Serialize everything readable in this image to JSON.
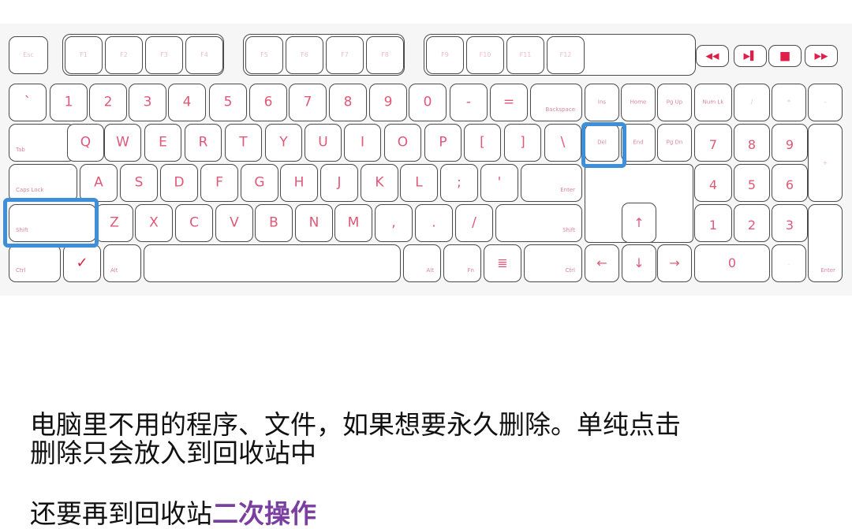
{
  "keyboard": {
    "esc": "Esc",
    "f_keys": [
      "F1",
      "F2",
      "F3",
      "F4",
      "F5",
      "F6",
      "F7",
      "F8",
      "F9",
      "F10",
      "F11",
      "F12"
    ],
    "media_keys": [
      "◀◀",
      "▶▌",
      "■",
      "▶▶"
    ],
    "number_row": [
      "`",
      "1",
      "2",
      "3",
      "4",
      "5",
      "6",
      "7",
      "8",
      "9",
      "0",
      "-",
      "="
    ],
    "backspace": "Backspace",
    "tab": "Tab",
    "qwerty_row": [
      "Q",
      "W",
      "E",
      "R",
      "T",
      "Y",
      "U",
      "I",
      "O",
      "P",
      "[",
      "]",
      "\\"
    ],
    "caps_lock": "Caps Lock",
    "home_row": [
      "A",
      "S",
      "D",
      "F",
      "G",
      "H",
      "J",
      "K",
      "L",
      ";",
      "'"
    ],
    "enter": "Enter",
    "shift_left": "Shift",
    "bottom_letters": [
      "Z",
      "X",
      "C",
      "V",
      "B",
      "N",
      "M",
      ",",
      ".",
      "/"
    ],
    "shift_right": "Shift",
    "ctrl_left": "Ctrl",
    "win_left": "✓",
    "alt_left": "Alt",
    "alt_right": "Alt",
    "fn": "Fn",
    "menu": "≣",
    "ctrl_right": "Ctrl",
    "nav_top": [
      "Ins",
      "Home",
      "Pg Up"
    ],
    "nav_bottom": [
      "Del",
      "End",
      "Pg Dn"
    ],
    "arrows": {
      "up": "↑",
      "left": "←",
      "down": "↓",
      "right": "→"
    },
    "numpad": {
      "num_lock": "Num Lk",
      "slash": "/",
      "star": "*",
      "minus": "-",
      "plus": "+",
      "enter": "Enter",
      "zero": "0",
      "dot": ".",
      "row7": [
        "7",
        "8",
        "9"
      ],
      "row4": [
        "4",
        "5",
        "6"
      ],
      "row1": [
        "1",
        "2",
        "3"
      ]
    },
    "highlight_color": "#3f8fd8",
    "key_text_color": "#e05877"
  },
  "text": {
    "line1": "电脑里不用的程序、文件，如果想要永久删除。单纯点击",
    "line2": "删除只会放入到回收站中",
    "line3_plain": "还要再到回收站",
    "line3_accent": "二次操作"
  }
}
